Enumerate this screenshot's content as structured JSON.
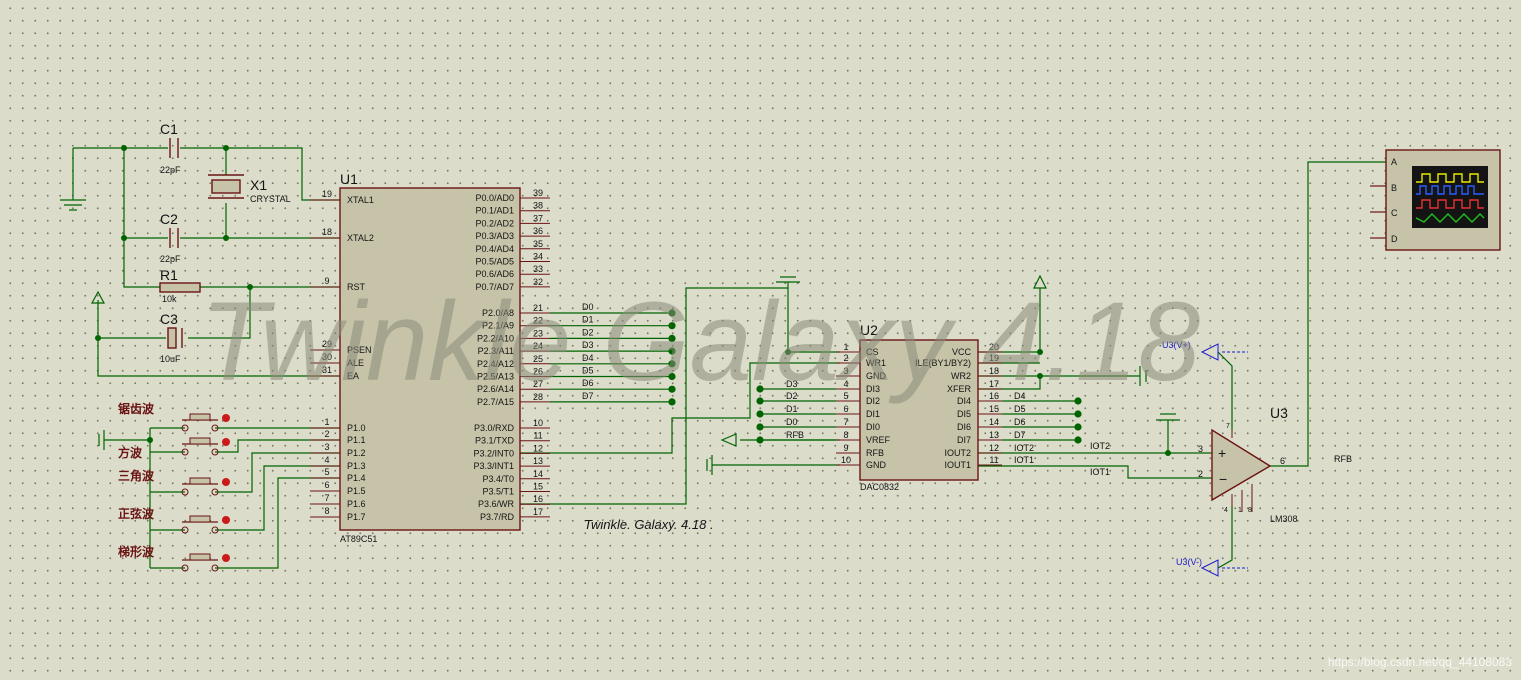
{
  "watermark": {
    "large": "Twinkle  Galaxy 4.18",
    "small": "Twinkle. Galaxy. 4.18 .",
    "credit": "https://blog.csdn.net/qq_44108083"
  },
  "colors": {
    "wire": "#006400",
    "body": "#c6c3a8",
    "outline": "#6b1414",
    "pin_text": "#141414",
    "label": "#6b1414",
    "probe": "#1a1acc",
    "button": "#cc1a1a"
  },
  "components": {
    "C1": {
      "ref": "C1",
      "value": "22pF"
    },
    "C2": {
      "ref": "C2",
      "value": "22pF"
    },
    "C3": {
      "ref": "C3",
      "value": "10uF"
    },
    "R1": {
      "ref": "R1",
      "value": "10k"
    },
    "X1": {
      "ref": "X1",
      "value": "CRYSTAL"
    },
    "U1": {
      "ref": "U1",
      "part": "AT89C51",
      "left_pins": [
        {
          "num": "19",
          "name": "XTAL1"
        },
        {
          "num": "18",
          "name": "XTAL2"
        },
        {
          "num": "9",
          "name": "RST"
        },
        {
          "num": "29",
          "name": "PSEN"
        },
        {
          "num": "30",
          "name": "ALE"
        },
        {
          "num": "31",
          "name": "EA"
        },
        {
          "num": "1",
          "name": "P1.0"
        },
        {
          "num": "2",
          "name": "P1.1"
        },
        {
          "num": "3",
          "name": "P1.2"
        },
        {
          "num": "4",
          "name": "P1.3"
        },
        {
          "num": "5",
          "name": "P1.4"
        },
        {
          "num": "6",
          "name": "P1.5"
        },
        {
          "num": "7",
          "name": "P1.6"
        },
        {
          "num": "8",
          "name": "P1.7"
        }
      ],
      "right_pins": [
        {
          "num": "39",
          "name": "P0.0/AD0"
        },
        {
          "num": "38",
          "name": "P0.1/AD1"
        },
        {
          "num": "37",
          "name": "P0.2/AD2"
        },
        {
          "num": "36",
          "name": "P0.3/AD3"
        },
        {
          "num": "35",
          "name": "P0.4/AD4"
        },
        {
          "num": "34",
          "name": "P0.5/AD5"
        },
        {
          "num": "33",
          "name": "P0.6/AD6"
        },
        {
          "num": "32",
          "name": "P0.7/AD7"
        },
        {
          "num": "21",
          "name": "P2.0/A8"
        },
        {
          "num": "22",
          "name": "P2.1/A9"
        },
        {
          "num": "23",
          "name": "P2.2/A10"
        },
        {
          "num": "24",
          "name": "P2.3/A11"
        },
        {
          "num": "25",
          "name": "P2.4/A12"
        },
        {
          "num": "26",
          "name": "P2.5/A13"
        },
        {
          "num": "27",
          "name": "P2.6/A14"
        },
        {
          "num": "28",
          "name": "P2.7/A15"
        },
        {
          "num": "10",
          "name": "P3.0/RXD"
        },
        {
          "num": "11",
          "name": "P3.1/TXD"
        },
        {
          "num": "12",
          "name": "P3.2/INT0"
        },
        {
          "num": "13",
          "name": "P3.3/INT1"
        },
        {
          "num": "14",
          "name": "P3.4/T0"
        },
        {
          "num": "15",
          "name": "P3.5/T1"
        },
        {
          "num": "16",
          "name": "P3.6/WR"
        },
        {
          "num": "17",
          "name": "P3.7/RD"
        }
      ],
      "p2_nets": [
        "D0",
        "D1",
        "D2",
        "D3",
        "D4",
        "D5",
        "D6",
        "D7"
      ]
    },
    "U2": {
      "ref": "U2",
      "part": "DAC0832",
      "left_pins": [
        {
          "num": "1",
          "name": "CS"
        },
        {
          "num": "2",
          "name": "WR1"
        },
        {
          "num": "3",
          "name": "GND"
        },
        {
          "num": "4",
          "name": "DI3"
        },
        {
          "num": "5",
          "name": "DI2"
        },
        {
          "num": "6",
          "name": "DI1"
        },
        {
          "num": "7",
          "name": "DI0"
        },
        {
          "num": "8",
          "name": "VREF"
        },
        {
          "num": "9",
          "name": "RFB"
        },
        {
          "num": "10",
          "name": "GND"
        }
      ],
      "right_pins": [
        {
          "num": "20",
          "name": "VCC"
        },
        {
          "num": "19",
          "name": "ILE(BY1/BY2)"
        },
        {
          "num": "18",
          "name": "WR2"
        },
        {
          "num": "17",
          "name": "XFER"
        },
        {
          "num": "16",
          "name": "DI4"
        },
        {
          "num": "15",
          "name": "DI5"
        },
        {
          "num": "14",
          "name": "DI6"
        },
        {
          "num": "13",
          "name": "DI7"
        },
        {
          "num": "12",
          "name": "IOUT2"
        },
        {
          "num": "11",
          "name": "IOUT1"
        }
      ],
      "left_nets": [
        "D3",
        "D2",
        "D1",
        "D0",
        "RFB"
      ],
      "right_nets": [
        "D4",
        "D5",
        "D6",
        "D7",
        "IOT2",
        "IOT1"
      ]
    },
    "U3": {
      "ref": "U3",
      "part": "LM308",
      "pin_plus": "3",
      "pin_minus": "2",
      "pin_out": "6",
      "pin_top": "7",
      "pin_bot_a": "4",
      "pin_bot_b": "1",
      "pin_bot_c": "8",
      "net_out": "RFB",
      "net_in2": "IOT2",
      "net_in1": "IOT1"
    },
    "probes": {
      "plus": "U3(V+)",
      "minus": "U3(V-)"
    },
    "scope": {
      "channels": [
        "A",
        "B",
        "C",
        "D"
      ]
    },
    "buttons": [
      "锯齿波",
      "方波",
      "三角波",
      "正弦波",
      "梯形波"
    ]
  }
}
